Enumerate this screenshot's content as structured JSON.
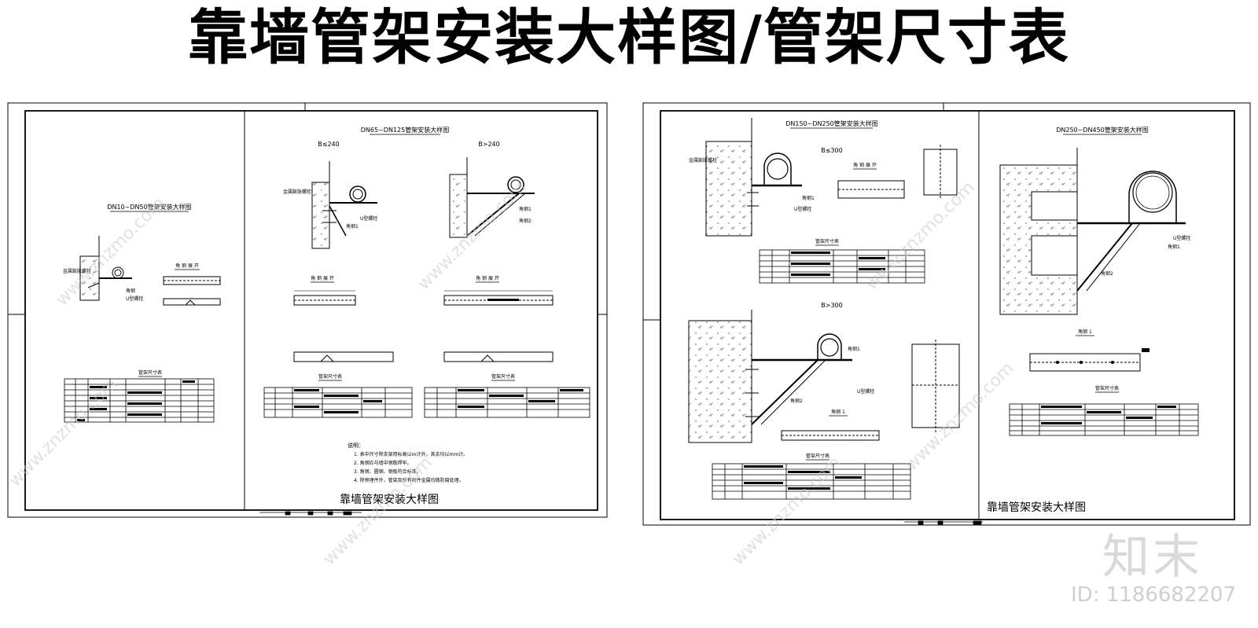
{
  "title": "靠墙管架安装大样图/管架尺寸表",
  "sheet1": {
    "panel_a": {
      "heading": "DN10~DN50管架安装大样图",
      "label_bolt": "金属膨胀螺栓",
      "label_angle": "角钢",
      "label_ubolt": "U型螺栓",
      "plan_heading": "角 钢 展 开",
      "table_heading": "管架尺寸表"
    },
    "panel_b": {
      "heading": "DN65~DN125管架安装大样图",
      "case_left": "B≤240",
      "case_right": "B>240",
      "label_bolt": "金属膨胀螺栓",
      "label_angle1": "角钢1",
      "label_angle2": "角钢2",
      "label_ubolt": "U型螺栓",
      "plan_heading": "角 钢 展 开",
      "table_heading": "管架尺寸表",
      "notes_title": "说明：",
      "notes": [
        "1. 表中尺寸除支架用标高以m计外，其余均以mm计。",
        "2. 角钢应与墙中钢筋焊牢。",
        "3. 角钢、圆钢、钢板符合标准。",
        "4. 除预埋件外，管架及所有附件金属均做防腐处理。"
      ]
    },
    "footer": "靠墙管架安装大样图"
  },
  "sheet2": {
    "panel_a": {
      "heading": "DN150~DN250管架安装大样图",
      "case_top": "B≤300",
      "case_bottom": "B>300",
      "label_bolt": "金属膨胀螺栓",
      "label_angle1": "角钢1",
      "label_angle2": "角钢2",
      "label_ubolt": "U型螺栓",
      "plan_heading": "角 钢 展 开",
      "plan_heading2": "角钢 1",
      "table_heading": "管架尺寸表"
    },
    "panel_b": {
      "heading": "DN250~DN450管架安装大样图",
      "label_angle1": "角钢1",
      "label_angle2": "角钢2",
      "label_ubolt": "U型螺栓",
      "plan_heading": "角钢 1",
      "table_heading": "管架尺寸表"
    },
    "footer": "靠墙管架安装大样图"
  },
  "watermark": "www.znzmo.com",
  "brand": "知末",
  "image_id": "ID: 1186682207"
}
